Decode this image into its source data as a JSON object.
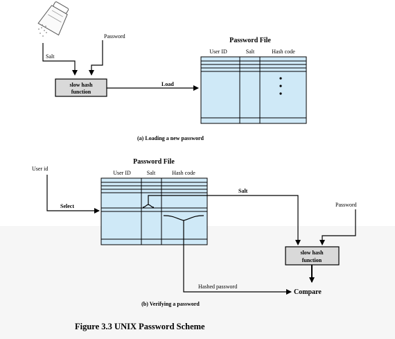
{
  "top": {
    "salt_label": "Salt",
    "password_label": "Password",
    "hash_fn_line1": "slow hash",
    "hash_fn_line2": "function",
    "load_label": "Load",
    "file_title": "Password File",
    "col_userid": "User ID",
    "col_salt": "Salt",
    "col_hash": "Hash code",
    "caption": "(a) Loading a new password"
  },
  "bottom": {
    "userid_label": "User id",
    "select_label": "Select",
    "file_title": "Password File",
    "col_userid": "User ID",
    "col_salt": "Salt",
    "col_hash": "Hash code",
    "salt_label": "Salt",
    "password_label": "Password",
    "hash_fn_line1": "slow hash",
    "hash_fn_line2": "function",
    "hashed_password_label": "Hashed password",
    "compare_label": "Compare",
    "caption": "(b) Verifying a password"
  },
  "figure_caption": "Figure 3.3  UNIX Password Scheme",
  "colors": {
    "table_fill": "#cfe9f7",
    "function_fill": "#d9d9d9"
  },
  "icons": {
    "salt_shaker": "salt-shaker-icon"
  }
}
